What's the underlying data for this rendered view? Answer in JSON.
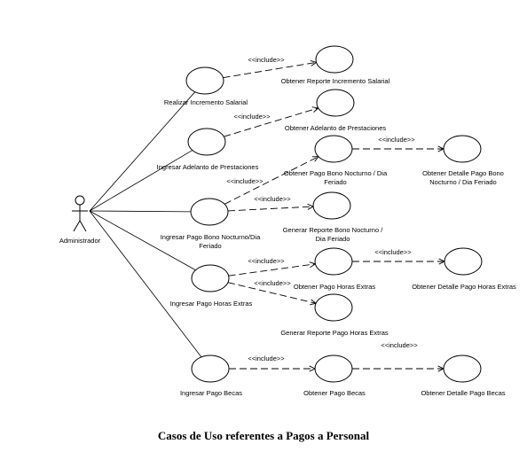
{
  "caption": "Casos de Uso referentes a Pagos a Personal",
  "actor": {
    "label": "Administrador"
  },
  "include_label": "<<include>>",
  "use_cases": {
    "realizar_incremento": {
      "label": [
        "Realizar Incremento Salarial"
      ]
    },
    "obtener_reporte_incremento": {
      "label": [
        "Obtener Reporte Incremento Salarial"
      ]
    },
    "ingresar_adelanto": {
      "label": [
        "Ingresar Adelanto de Prestaciones"
      ]
    },
    "obtener_adelanto": {
      "label": [
        "Obtener Adelanto de Prestaciones"
      ]
    },
    "obtener_pago_bono": {
      "label": [
        "Obtener Pago Bono Nocturno / Dia",
        "Feriado"
      ]
    },
    "obtener_detalle_bono": {
      "label": [
        "Obtener Detalle Pago Bono",
        "Nocturno / Dia Feriado"
      ]
    },
    "ingresar_pago_bono": {
      "label": [
        "Ingresar Pago Bono Nocturno/Dia",
        "Feriado"
      ]
    },
    "generar_reporte_bono": {
      "label": [
        "Generar Reporte Bono Nocturno /",
        "Dia Feriado"
      ]
    },
    "obtener_pago_horas": {
      "label": [
        "Obtener Pago Horas Extras"
      ]
    },
    "obtener_detalle_horas": {
      "label": [
        "Obtener Detalle Pago Horas Extras"
      ]
    },
    "ingresar_pago_horas": {
      "label": [
        "Ingresar Pago Horas Extras"
      ]
    },
    "generar_reporte_horas": {
      "label": [
        "Generar Reporte Pago Horas Extras"
      ]
    },
    "ingresar_pago_becas": {
      "label": [
        "Ingresar Pago Becas"
      ]
    },
    "obtener_pago_becas": {
      "label": [
        "Obtener Pago Becas"
      ]
    },
    "obtener_detalle_becas": {
      "label": [
        "Obtener Detalle Pago Becas"
      ]
    }
  },
  "includes": [
    {
      "from": "realizar_incremento",
      "to": "obtener_reporte_incremento"
    },
    {
      "from": "ingresar_adelanto",
      "to": "obtener_adelanto"
    },
    {
      "from": "obtener_pago_bono",
      "to": "obtener_detalle_bono"
    },
    {
      "from": "ingresar_pago_bono",
      "to": "obtener_pago_bono"
    },
    {
      "from": "ingresar_pago_bono",
      "to": "generar_reporte_bono"
    },
    {
      "from": "ingresar_pago_horas",
      "to": "obtener_pago_horas"
    },
    {
      "from": "obtener_pago_horas",
      "to": "obtener_detalle_horas"
    },
    {
      "from": "ingresar_pago_horas",
      "to": "generar_reporte_horas"
    },
    {
      "from": "ingresar_pago_becas",
      "to": "obtener_pago_becas"
    },
    {
      "from": "obtener_pago_becas",
      "to": "obtener_detalle_becas"
    }
  ],
  "associations": [
    "realizar_incremento",
    "ingresar_adelanto",
    "ingresar_pago_bono",
    "ingresar_pago_horas",
    "ingresar_pago_becas"
  ]
}
